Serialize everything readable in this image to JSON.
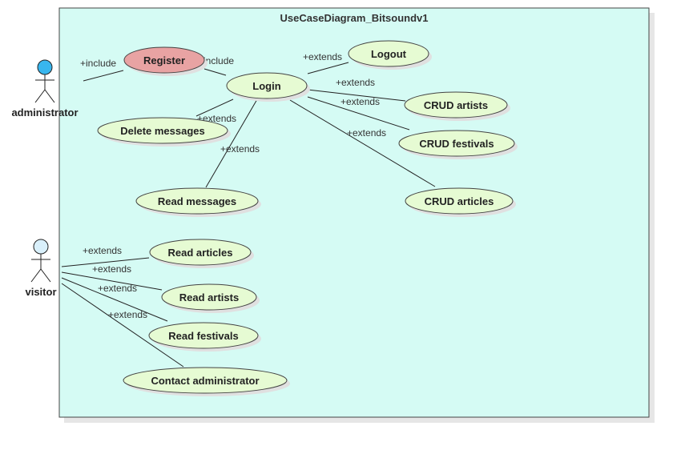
{
  "diagram": {
    "title": "UseCaseDiagram_Bitsoundv1",
    "colors": {
      "boundary_fill": "#d5fbf4",
      "boundary_stroke": "#444444",
      "usecase_fill": "#e6fbd3",
      "register_fill": "#e8a3a3",
      "admin_head": "#38b6ee",
      "visitor_head": "#d9f0fb"
    },
    "actors": {
      "administrator": "administrator",
      "visitor": "visitor"
    },
    "usecases": {
      "register": "Register",
      "login": "Login",
      "logout": "Logout",
      "crud_artists": "CRUD artists",
      "crud_festivals": "CRUD festivals",
      "crud_articles": "CRUD articles",
      "delete_messages": "Delete messages",
      "read_messages": "Read messages",
      "read_articles": "Read articles",
      "read_artists": "Read artists",
      "read_festivals": "Read festivals",
      "contact_administrator": "Contact administrator"
    },
    "edge_labels": {
      "include_1": "+include",
      "include_2": "+include",
      "ext_logout": "+extends",
      "ext_crud_artists": "+extends",
      "ext_crud_festivals": "+extends",
      "ext_crud_articles": "+extends",
      "ext_delete_messages": "+extends",
      "ext_read_messages": "+extends",
      "ext_read_articles": "+extends",
      "ext_read_artists": "+extends",
      "ext_read_festivals": "+extends",
      "ext_contact": "+extends"
    }
  }
}
